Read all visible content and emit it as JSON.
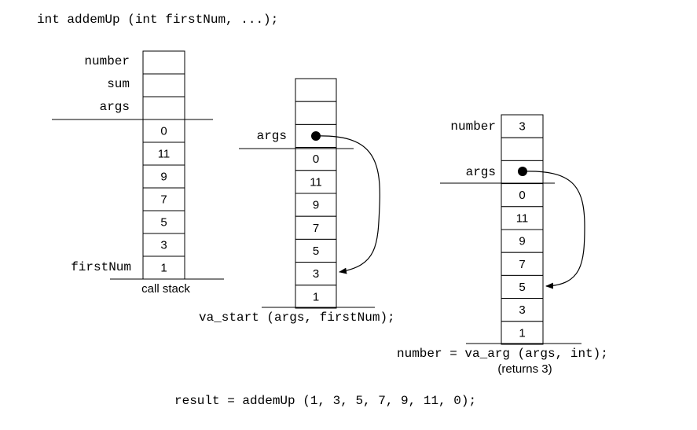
{
  "signature": "int addemUp (int firstNum, ...);",
  "stack1": {
    "labels": {
      "number": "number",
      "sum": "sum",
      "args": "args",
      "firstNum": "firstNum"
    },
    "cells": [
      "",
      "",
      "",
      "0",
      "11",
      "9",
      "7",
      "5",
      "3",
      "1"
    ],
    "caption": "call stack"
  },
  "stack2": {
    "labels": {
      "args": "args"
    },
    "cells": [
      "",
      "",
      "",
      "0",
      "11",
      "9",
      "7",
      "5",
      "3",
      "1"
    ],
    "caption": "va_start (args, firstNum);"
  },
  "stack3": {
    "labels": {
      "number": "number",
      "args": "args"
    },
    "cells": [
      "3",
      "",
      "",
      "0",
      "11",
      "9",
      "7",
      "5",
      "3",
      "1"
    ],
    "caption": "number = va_arg (args, int);",
    "note": "(returns 3)"
  },
  "call": "result = addemUp (1, 3, 5, 7, 9, 11, 0);"
}
